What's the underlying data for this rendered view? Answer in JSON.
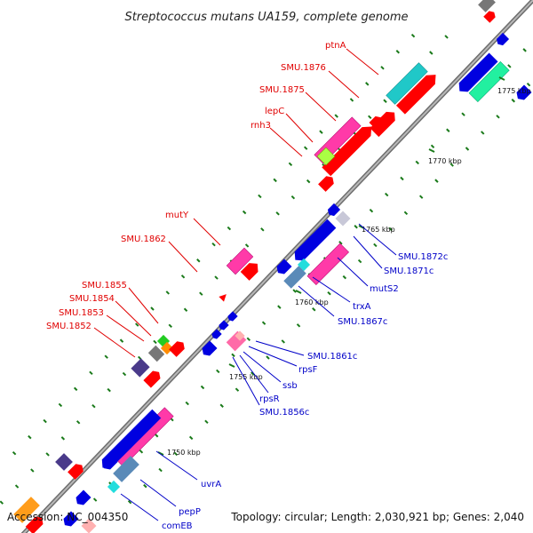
{
  "title": "Streptococcus mutans UA159, complete genome",
  "accession": "Accession: NC_004350",
  "summary": "Topology: circular; Length: 2,030,921 bp; Genes: 2,040",
  "colors": {
    "backbone": "#8a8a8a",
    "top_label": "#e00000",
    "bottom_label": "#0000c8",
    "tick": "#1a7a1a"
  },
  "kbp_ticks": [
    {
      "label": "1750 kbp"
    },
    {
      "label": "1755 kbp"
    },
    {
      "label": "1760 kbp"
    },
    {
      "label": "1765 kbp"
    },
    {
      "label": "1770 kbp"
    },
    {
      "label": "1775 kbp"
    }
  ],
  "top_genes": [
    {
      "label": "ptnA"
    },
    {
      "label": "SMU.1876"
    },
    {
      "label": "SMU.1875"
    },
    {
      "label": "lepC"
    },
    {
      "label": "rnh3"
    },
    {
      "label": "mutY"
    },
    {
      "label": "SMU.1862"
    },
    {
      "label": "SMU.1855"
    },
    {
      "label": "SMU.1854"
    },
    {
      "label": "SMU.1853"
    },
    {
      "label": "SMU.1852"
    }
  ],
  "bottom_genes": [
    {
      "label": "SMU.1872c"
    },
    {
      "label": "SMU.1871c"
    },
    {
      "label": "mutS2"
    },
    {
      "label": "trxA"
    },
    {
      "label": "SMU.1867c"
    },
    {
      "label": "SMU.1861c"
    },
    {
      "label": "rpsF"
    },
    {
      "label": "ssb"
    },
    {
      "label": "rpsR"
    },
    {
      "label": "SMU.1856c"
    },
    {
      "label": "uvrA"
    },
    {
      "label": "pepP"
    },
    {
      "label": "comEB"
    }
  ]
}
